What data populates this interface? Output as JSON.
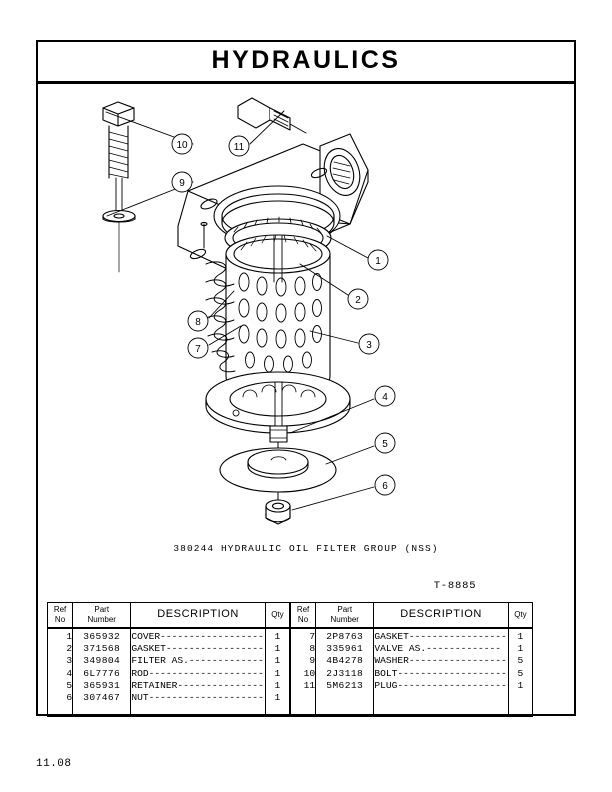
{
  "header": {
    "title": "HYDRAULICS"
  },
  "figure": {
    "caption": "380244 HYDRAULIC OIL FILTER GROUP (NSS)",
    "number": "T-8885",
    "callouts": [
      "1",
      "2",
      "3",
      "4",
      "5",
      "6",
      "7",
      "8",
      "9",
      "10",
      "11"
    ]
  },
  "tables": {
    "headers": {
      "ref_no_line1": "Ref",
      "ref_no_line2": "No",
      "part_number_line1": "Part",
      "part_number_line2": "Number",
      "description": "DESCRIPTION",
      "qty": "Qty"
    },
    "left_rows": [
      {
        "ref": "1",
        "part": "365932",
        "desc": "COVER------------------",
        "qty": "1"
      },
      {
        "ref": "2",
        "part": "371568",
        "desc": "GASKET-----------------",
        "qty": "1"
      },
      {
        "ref": "3",
        "part": "349804",
        "desc": "FILTER AS.-------------",
        "qty": "1"
      },
      {
        "ref": "4",
        "part": "6L7776",
        "desc": "ROD--------------------",
        "qty": "1"
      },
      {
        "ref": "5",
        "part": "365931",
        "desc": "RETAINER---------------",
        "qty": "1"
      },
      {
        "ref": "6",
        "part": "307467",
        "desc": "NUT--------------------",
        "qty": "1"
      }
    ],
    "right_rows": [
      {
        "ref": "7",
        "part": "2P8763",
        "desc": "GASKET-----------------",
        "qty": "1"
      },
      {
        "ref": "8",
        "part": "335961",
        "desc": "VALVE AS.-------------",
        "qty": "1"
      },
      {
        "ref": "9",
        "part": "4B4278",
        "desc": "WASHER-----------------",
        "qty": "5"
      },
      {
        "ref": "10",
        "part": "2J3118",
        "desc": "BOLT-------------------",
        "qty": "5"
      },
      {
        "ref": "11",
        "part": "5M6213",
        "desc": "PLUG-------------------",
        "qty": "1"
      }
    ]
  },
  "footer": {
    "page_number": "11.08"
  },
  "colors": {
    "ink": "#000000",
    "paper": "#ffffff"
  }
}
